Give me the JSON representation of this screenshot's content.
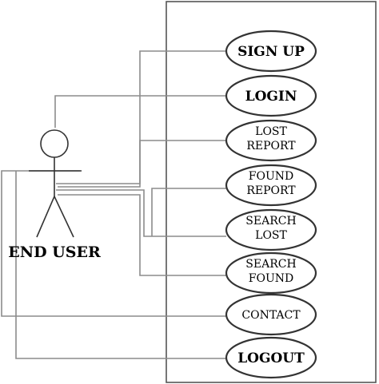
{
  "actor": {
    "label": "END USER"
  },
  "use_cases": {
    "sign_up": [
      "SIGN UP"
    ],
    "login": [
      "LOGIN"
    ],
    "lost_report": [
      "LOST",
      "REPORT"
    ],
    "found_report": [
      "FOUND",
      "REPORT"
    ],
    "search_lost": [
      "SEARCH",
      "LOST"
    ],
    "search_found": [
      "SEARCH",
      "FOUND"
    ],
    "contact": [
      "CONTACT"
    ],
    "logout": [
      "LOGOUT"
    ]
  }
}
